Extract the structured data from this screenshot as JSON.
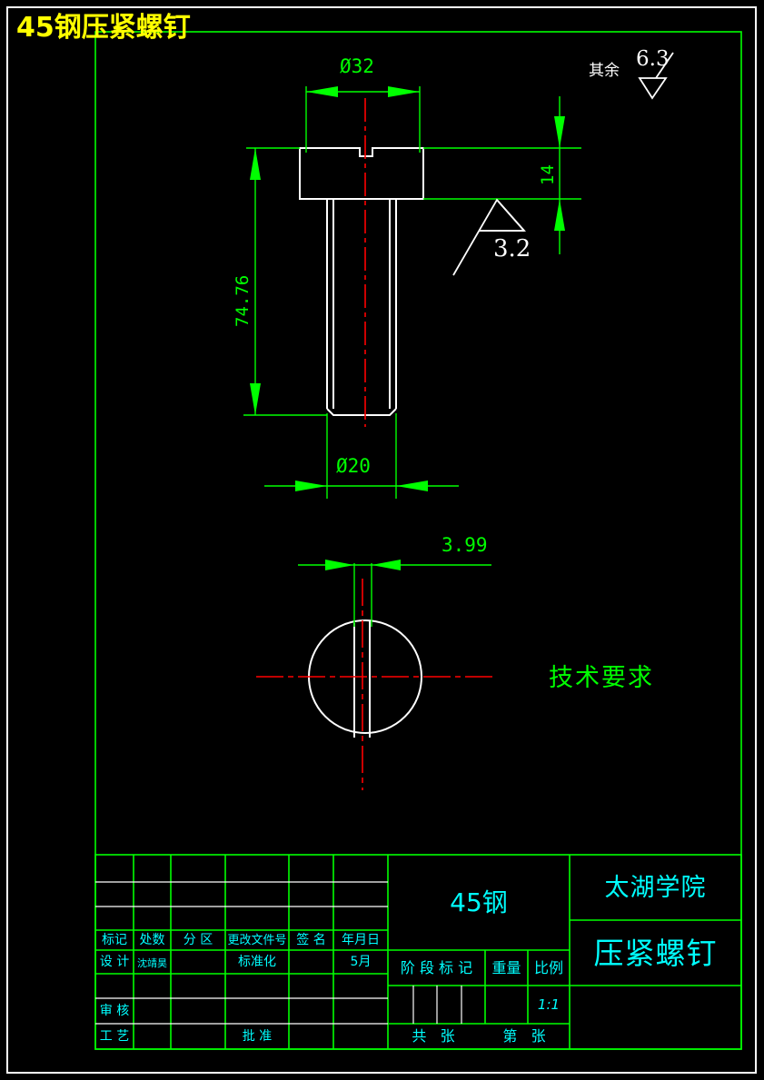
{
  "sheet": {
    "title": "45钢压紧螺钉",
    "title_color": "#ffff00",
    "background": "#000000",
    "border_color": "#ffffff",
    "frame_color": "#00ff00"
  },
  "notes": {
    "general_roughness_label": "其余",
    "general_roughness_value": "6.3",
    "surface_roughness_value": "3.2",
    "technical_requirements": "技术要求"
  },
  "dimensions": {
    "head_diameter": "Ø32",
    "head_height": "14",
    "total_length": "74.76",
    "shank_diameter": "Ø20",
    "slot_width": "3.99"
  },
  "title_block": {
    "revision_headers": [
      "标记",
      "处数",
      "分 区",
      "更改文件号",
      "签 名",
      "年月日"
    ],
    "rows": [
      {
        "role": "设 计",
        "name": "沈靖昊",
        "extra_label": "标准化",
        "date": "5月"
      },
      {
        "role": "",
        "name": "",
        "extra_label": "",
        "date": ""
      },
      {
        "role": "审 核",
        "name": "",
        "extra_label": "",
        "date": ""
      },
      {
        "role": "工 艺",
        "name": "",
        "extra_label": "批 准",
        "date": ""
      }
    ],
    "material": "45钢",
    "stage_mark_label": "阶 段 标 记",
    "weight_label": "重量",
    "scale_label": "比例",
    "scale_value": "1:1",
    "sheet_total_label": "共   张",
    "sheet_number_label": "第   张",
    "institution": "太湖学院",
    "part_name": "压紧螺钉"
  }
}
